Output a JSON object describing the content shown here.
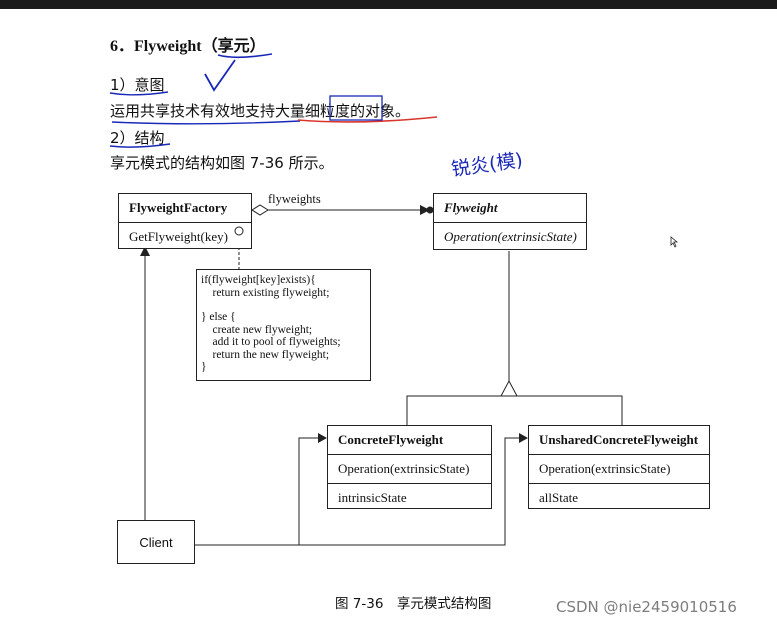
{
  "section": {
    "number": "6．",
    "title": "Flyweight（享元）"
  },
  "intent": {
    "label": "1）意图",
    "text": "运用共享技术有效地支持大量细粒度的对象。"
  },
  "structure": {
    "label": "2）结构",
    "text": "享元模式的结构如图 7-36 所示。"
  },
  "handwriting": "锐炎(模)",
  "diagram": {
    "factory": {
      "name": "FlyweightFactory",
      "method": "GetFlyweight(key)"
    },
    "association_label": "flyweights",
    "flyweight": {
      "name": "Flyweight",
      "method": "Operation(extrinsicState)"
    },
    "note_lines": [
      "if(flyweight[key]exists){",
      "    return existing flyweight;",
      "",
      "} else {",
      "    create new flyweight;",
      "    add it to pool of flyweights;",
      "    return the new flyweight;",
      "}"
    ],
    "concrete": {
      "name": "ConcreteFlyweight",
      "method": "Operation(extrinsicState)",
      "attribute": "intrinsicState"
    },
    "unshared": {
      "name": "UnsharedConcreteFlyweight",
      "method": "Operation(extrinsicState)",
      "attribute": "allState"
    },
    "client": "Client"
  },
  "caption": "图 7-36　享元模式结构图",
  "watermark": "CSDN @nie2459010516",
  "colors": {
    "annotation_blue": "#1a28b8",
    "annotation_red": "#d9362b"
  }
}
